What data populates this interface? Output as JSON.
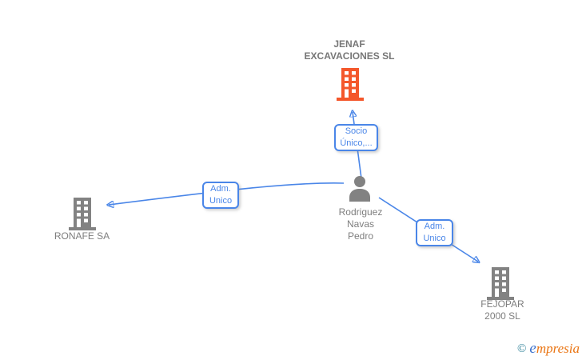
{
  "nodes": {
    "jenaf": {
      "type": "company",
      "label": "JENAF\nEXCAVACIONES SL",
      "highlighted": true
    },
    "person": {
      "type": "person",
      "label": "Rodriguez\nNavas\nPedro"
    },
    "ronafe": {
      "type": "company",
      "label": "RONAFE SA"
    },
    "fejopar": {
      "type": "company",
      "label": "FEJOPAR\n2000 SL"
    }
  },
  "edges": [
    {
      "from": "person",
      "to": "jenaf",
      "label": "Socio\nÚnico,..."
    },
    {
      "from": "person",
      "to": "ronafe",
      "label": "Adm.\nUnico"
    },
    {
      "from": "person",
      "to": "fejopar",
      "label": "Adm.\nUnico"
    }
  ],
  "watermark": {
    "copyright": "©",
    "brand_initial": "e",
    "brand_rest": "mpresia"
  },
  "colors": {
    "connector": "#4a86e8",
    "label_box_border": "#4a86e8",
    "label_box_text": "#4a86e8",
    "highlight_company": "#f4572b",
    "neutral_node": "#828282",
    "node_text": "#7e7e7e",
    "watermark_copyright": "#2a7f96",
    "watermark_initial": "#3a70cc",
    "watermark_rest": "#ea7615"
  }
}
